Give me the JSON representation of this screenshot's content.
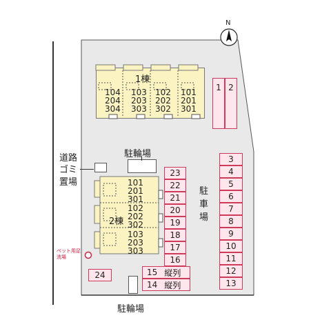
{
  "compass": {
    "label": "N"
  },
  "road_label": "道路",
  "garbage_label": "ゴミ置場",
  "parking_label": "駐車場",
  "bike_parking_top": "駐輪場",
  "bike_parking_bottom": "駐輪場",
  "pet_label": "ペット用足洗場",
  "building1": {
    "name": "1棟",
    "columns": [
      [
        "104",
        "204",
        "304"
      ],
      [
        "103",
        "203",
        "303"
      ],
      [
        "102",
        "202",
        "302"
      ],
      [
        "101",
        "201",
        "301"
      ]
    ]
  },
  "building2": {
    "name": "2棟",
    "rows": [
      [
        "101",
        "201",
        "301"
      ],
      [
        "102",
        "202",
        "302"
      ],
      [
        "103",
        "203",
        "303"
      ]
    ]
  },
  "stalls": {
    "top": [
      "1",
      "2"
    ],
    "middle": [
      "23",
      "22",
      "21",
      "20",
      "19",
      "18",
      "17",
      "16"
    ],
    "right": [
      "3",
      "4",
      "5",
      "6",
      "7",
      "8",
      "9",
      "10",
      "11",
      "12",
      "13"
    ],
    "bottom_left": "24",
    "tandem": [
      {
        "num": "15",
        "note": "縦列"
      },
      {
        "num": "14",
        "note": "縦列"
      }
    ]
  },
  "colors": {
    "stall_border": "#d03a5a",
    "stall_fill": "#ffe6ec",
    "building_fill": "#fbf3c2",
    "lot_fill": "#e9e9e9"
  }
}
